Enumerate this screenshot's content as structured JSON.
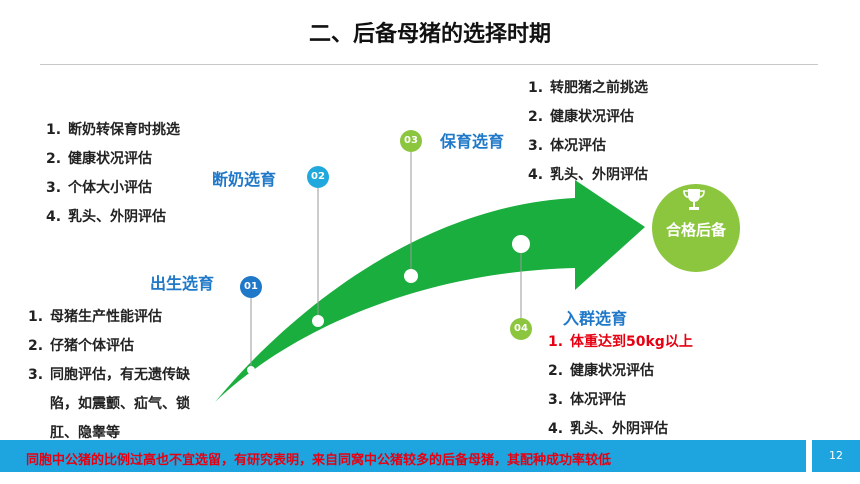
{
  "title": "二、后备母猪的选择时期",
  "stages": [
    {
      "num": "01",
      "name": "出生选育",
      "color": "#1f78c8",
      "items": [
        {
          "n": "1.",
          "text": "母猪生产性能评估"
        },
        {
          "n": "2.",
          "text": "仔猪个体评估"
        },
        {
          "n": "3.",
          "text": "同胞评估，有无遗传缺"
        },
        {
          "n": "",
          "text": "陷，如震颤、疝气、锁"
        },
        {
          "n": "",
          "text": "肛、隐睾等"
        }
      ]
    },
    {
      "num": "02",
      "name": "断奶选育",
      "color": "#21a9de",
      "items": [
        {
          "n": "1.",
          "text": "断奶转保育时挑选"
        },
        {
          "n": "2.",
          "text": "健康状况评估"
        },
        {
          "n": "3.",
          "text": "个体大小评估"
        },
        {
          "n": "4.",
          "text": "乳头、外阴评估"
        }
      ]
    },
    {
      "num": "03",
      "name": "保育选育",
      "color": "#8cc63f",
      "items": [
        {
          "n": "1.",
          "text": "转肥猪之前挑选"
        },
        {
          "n": "2.",
          "text": "健康状况评估"
        },
        {
          "n": "3.",
          "text": "体况评估"
        },
        {
          "n": "4.",
          "text": "乳头、外阴评估"
        }
      ]
    },
    {
      "num": "04",
      "name": "入群选育",
      "color": "#8cc63f",
      "items": [
        {
          "n": "1.",
          "text": "体重达到50kg以上",
          "highlight": true
        },
        {
          "n": "2.",
          "text": "健康状况评估"
        },
        {
          "n": "3.",
          "text": "体况评估"
        },
        {
          "n": "4.",
          "text": "乳头、外阴评估"
        }
      ]
    }
  ],
  "goal": {
    "label": "合格后备",
    "icon": "trophy-icon",
    "color": "#8cc63f"
  },
  "arrow_color": "#19ae3d",
  "footer": {
    "text": "同胞中公猪的比例过高也不宜选留，有研究表明，来自同窝中公猪较多的后备母猪，其配种成功率较低",
    "page": "12"
  }
}
